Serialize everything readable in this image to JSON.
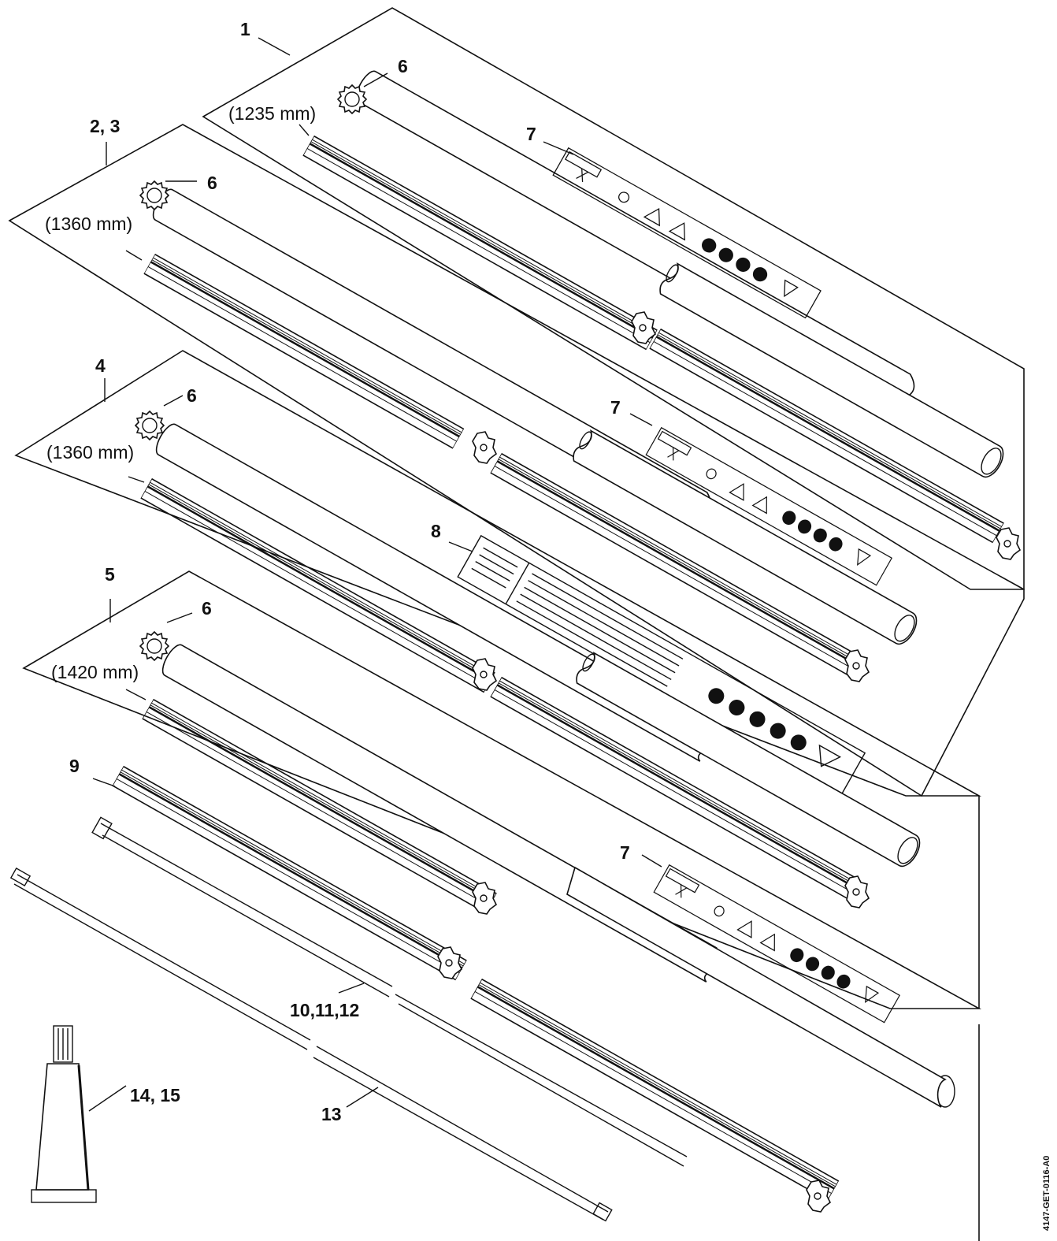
{
  "callouts": {
    "c1": "1",
    "c23": "2, 3",
    "c4": "4",
    "c5": "5",
    "c6a": "6",
    "c6b": "6",
    "c6c": "6",
    "c6d": "6",
    "c7a": "7",
    "c7b": "7",
    "c7c": "7",
    "c8": "8",
    "c9": "9",
    "c10": "10,11,12",
    "c13": "13",
    "c14": "14, 15"
  },
  "dimensions": {
    "d1": "(1235 mm)",
    "d2": "(1360 mm)",
    "d3": "(1360 mm)",
    "d4": "(1420 mm)"
  },
  "reference_code": "4147-GET-0116-A0",
  "colors": {
    "line": "#111111",
    "background": "#ffffff"
  }
}
